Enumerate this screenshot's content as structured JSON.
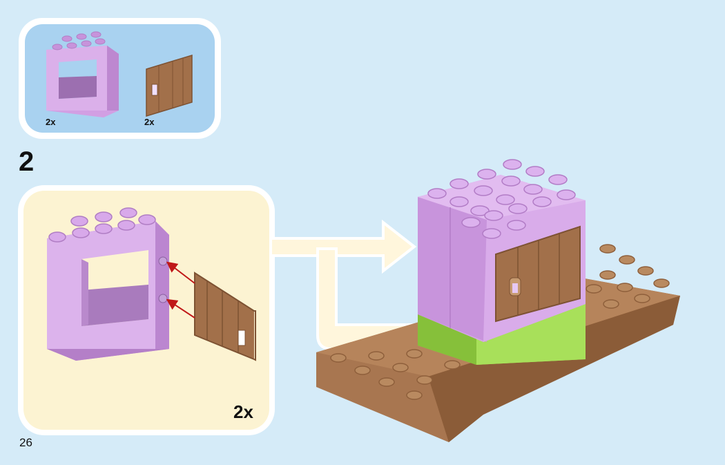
{
  "parts_list": {
    "items": [
      {
        "name": "lavender-window-frame",
        "quantity": "2x"
      },
      {
        "name": "brown-window-shutter",
        "quantity": "2x"
      }
    ]
  },
  "step": {
    "number": "2"
  },
  "sub_assembly": {
    "quantity": "2x"
  },
  "page": {
    "number": "26"
  },
  "colors": {
    "background": "#d5ebf8",
    "parts_panel": "#a9d2f0",
    "sub_panel": "#fcf3d2",
    "lavender_brick": "#d6a6e6",
    "brown_plate": "#a87650",
    "green_brick": "#9ad54a",
    "shutter": "#a2704a",
    "arrow": "#fff3d0"
  }
}
